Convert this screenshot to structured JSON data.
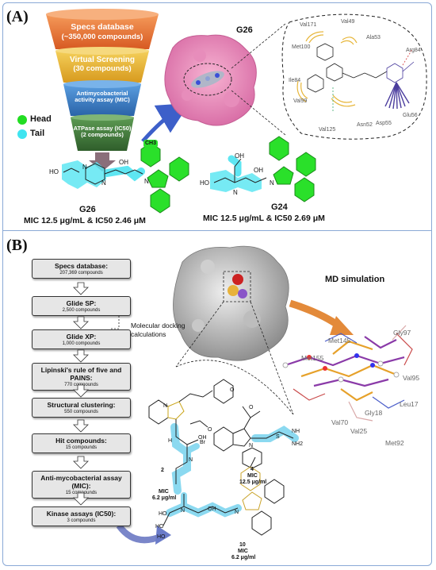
{
  "panel_a": {
    "letter": "(A)",
    "funnel": [
      {
        "title": "Specs database",
        "sub": "(~350,000 compounds)"
      },
      {
        "title": "Virtual Screening",
        "sub": "(30 compounds)"
      },
      {
        "title": "Antimycobacterial",
        "sub": "activity assay (MIC)"
      },
      {
        "title": "ATPase assay (IC50)",
        "sub": "(2 compounds)"
      }
    ],
    "legend": {
      "head": "Head",
      "tail": "Tail"
    },
    "protein_label": "G26",
    "residues": [
      "Val171",
      "Val49",
      "Ala53",
      "Met100",
      "Arg84",
      "Ile84",
      "Val99",
      "Glu56",
      "Val125",
      "Asn52",
      "Asp55"
    ],
    "compounds": [
      {
        "name": "G26",
        "activity": "MIC 12.5 μg/mL  &  IC50 2.46 μM",
        "methyl": "CH3"
      },
      {
        "name": "G24",
        "activity": "MIC 12.5 μg/mL  & IC50 2.69 μM"
      }
    ],
    "atoms": {
      "n": "N",
      "oh": "OH",
      "ho": "HO"
    }
  },
  "panel_b": {
    "letter": "(B)",
    "flow": [
      {
        "title": "Specs database:",
        "sub": "207,369 compounds"
      },
      {
        "title": "Glide SP:",
        "sub": "2,500 compounds"
      },
      {
        "title": "Glide XP:",
        "sub": "1,000 compounds"
      },
      {
        "title": "Lipinski's rule of five and PAINS:",
        "sub": "770 compounds"
      },
      {
        "title": "Structural clustering:",
        "sub": "550 compounds"
      },
      {
        "title": "Hit compounds:",
        "sub": "15 compounds"
      },
      {
        "title": "Anti-mycobacterial assay (MIC):",
        "sub": "15 compounds"
      },
      {
        "title": "Kinase assays (IC50):",
        "sub": "3 compounds"
      }
    ],
    "docking_note": "Molecular docking calculations",
    "md_title": "MD simulation",
    "residues": [
      "Gly97",
      "Met145",
      "Met155",
      "Val95",
      "Leu17",
      "Gly18",
      "Val70",
      "Val25",
      "Met92"
    ],
    "compounds": [
      {
        "id": "2",
        "mic_label": "MIC",
        "mic": "6.2 μg/ml"
      },
      {
        "id": "4",
        "mic_label": "MIC",
        "mic": "12.5 μg/ml"
      },
      {
        "id": "10",
        "mic_label": "MIC",
        "mic": "6.2 μg/ml"
      }
    ],
    "atoms": {
      "n": "N",
      "oh": "OH",
      "ho": "HO",
      "o": "O",
      "br": "Br",
      "s": "S",
      "nh": "NH",
      "nh2": "NH2",
      "h": "H"
    }
  },
  "colors": {
    "funnel1": "#e8703a",
    "funnel2": "#e9b43a",
    "funnel3": "#3c7fc9",
    "funnel4": "#3f7d3a",
    "head": "#22dd22",
    "tail": "#3fe4f0",
    "arrow": "#3d5fc9",
    "border": "#8aa9d6"
  }
}
